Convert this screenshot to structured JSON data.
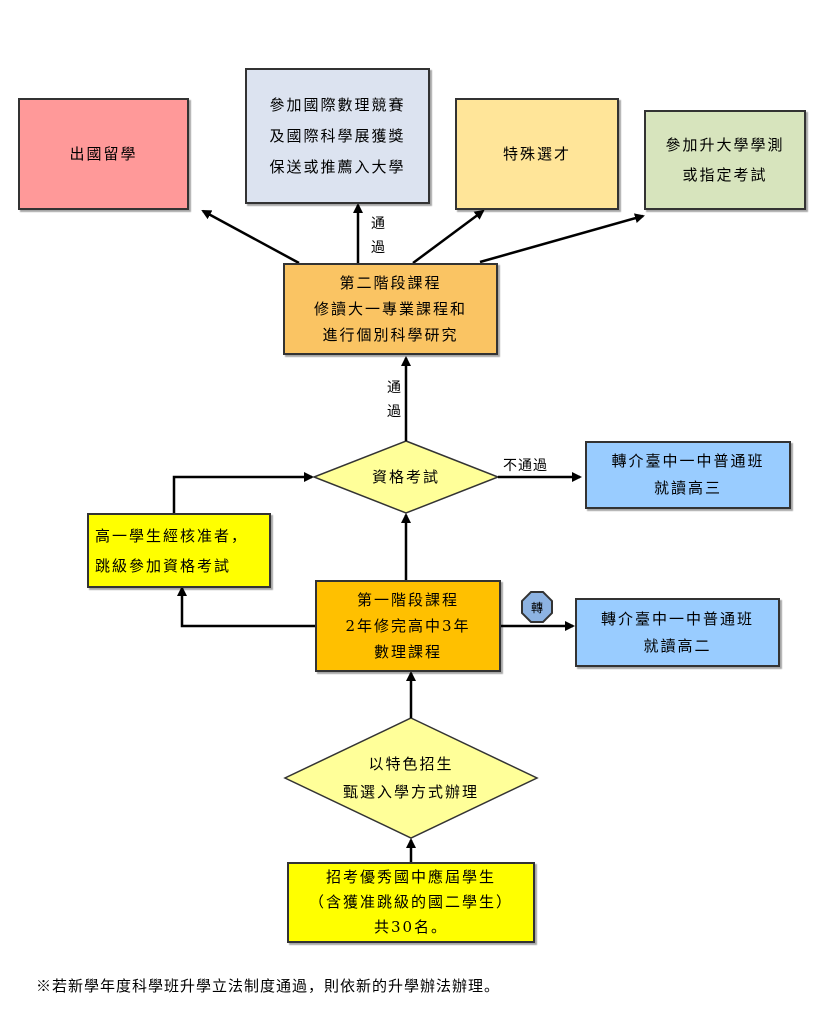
{
  "colors": {
    "study_abroad": "#ff9999",
    "competition": "#dce3f0",
    "special_selection": "#ffe599",
    "entrance_exam": "#d7e4bd",
    "stage_two": "#fac463",
    "stage_one": "#ffc000",
    "yellow_box": "#ffff00",
    "diamond": "#ffff99",
    "transfer": "#99ccff",
    "transfer_badge": "#8db3e2"
  },
  "outcomes": {
    "study_abroad": [
      "出國留學"
    ],
    "competition": [
      "參加國際數理競賽",
      "及國際科學展獲獎",
      "保送或推薦入大學"
    ],
    "special_selection": [
      "特殊選才"
    ],
    "entrance_exam": [
      "參加升大學學測",
      "或指定考試"
    ]
  },
  "stage_two": [
    "第二階段課程",
    "修讀大一專業課程和",
    "進行個別科學研究"
  ],
  "qualification_exam": [
    "資格考試"
  ],
  "skip_grade": [
    "高一學生經核准者，",
    "跳級參加資格考試"
  ],
  "stage_one": [
    "第一階段課程",
    "2年修完高中3年",
    "數理課程"
  ],
  "admission": [
    "以特色招生",
    "甄選入學方式辦理"
  ],
  "recruit": [
    "招考優秀國中應屆學生",
    "（含獲准跳級的國二學生）",
    "共30名。"
  ],
  "transfer_grade3": [
    "轉介臺中一中普通班",
    "就讀高三"
  ],
  "transfer_grade2": [
    "轉介臺中一中普通班",
    "就讀高二"
  ],
  "labels": {
    "pass_top": [
      "通",
      "過"
    ],
    "pass_mid": [
      "通",
      "過"
    ],
    "fail": "不通過",
    "transfer_badge": "轉"
  },
  "footnote": "※若新學年度科學班升學立法制度通過，則依新的升學辦法辦理。"
}
